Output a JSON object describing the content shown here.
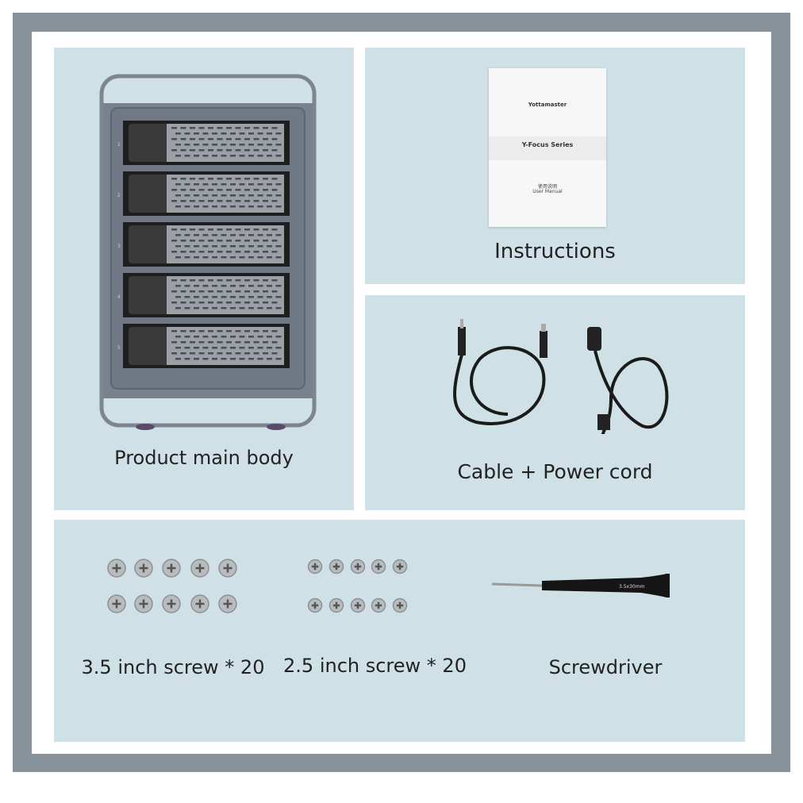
{
  "items": {
    "main_body": {
      "label": "Product main body",
      "bay_numbers": [
        "1",
        "2",
        "3",
        "4",
        "5"
      ]
    },
    "instructions": {
      "label": "Instructions",
      "manual": {
        "brand": "Yottamaster",
        "series": "Y-Focus Series",
        "title_cn": "使用说明",
        "title_en": "User Manual"
      }
    },
    "cables": {
      "label": "Cable + Power cord"
    },
    "screws_35": {
      "label": "3.5 inch screw * 20"
    },
    "screws_25": {
      "label": "2.5 inch screw * 20"
    },
    "screwdriver": {
      "label": "Screwdriver",
      "engraving": "3.5x30mm"
    }
  },
  "colors": {
    "frame": "#87929b",
    "panel": "#cfe1e6",
    "enclosure": "#6f7884"
  }
}
